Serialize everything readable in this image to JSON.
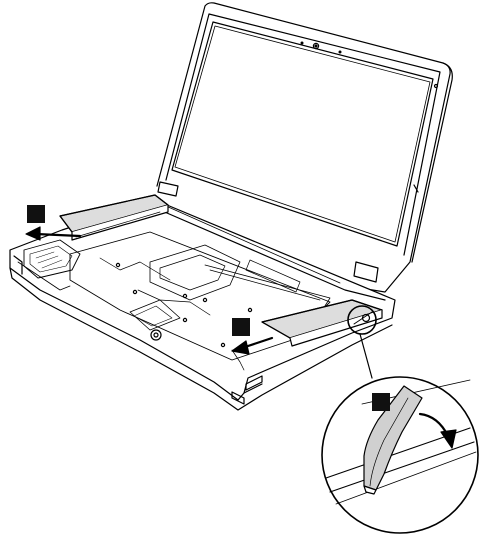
{
  "figure": {
    "subject": "laptop-base-cover-removal",
    "callouts": [
      {
        "id": "callout-1",
        "label": ""
      },
      {
        "id": "callout-2",
        "label": ""
      },
      {
        "id": "callout-3",
        "label": ""
      }
    ],
    "colors": {
      "line": "#000000",
      "fill": "#ffffff",
      "marker": "#111111",
      "panel_shade": "#dddddd",
      "tool_shade": "#d0d0d0"
    }
  }
}
